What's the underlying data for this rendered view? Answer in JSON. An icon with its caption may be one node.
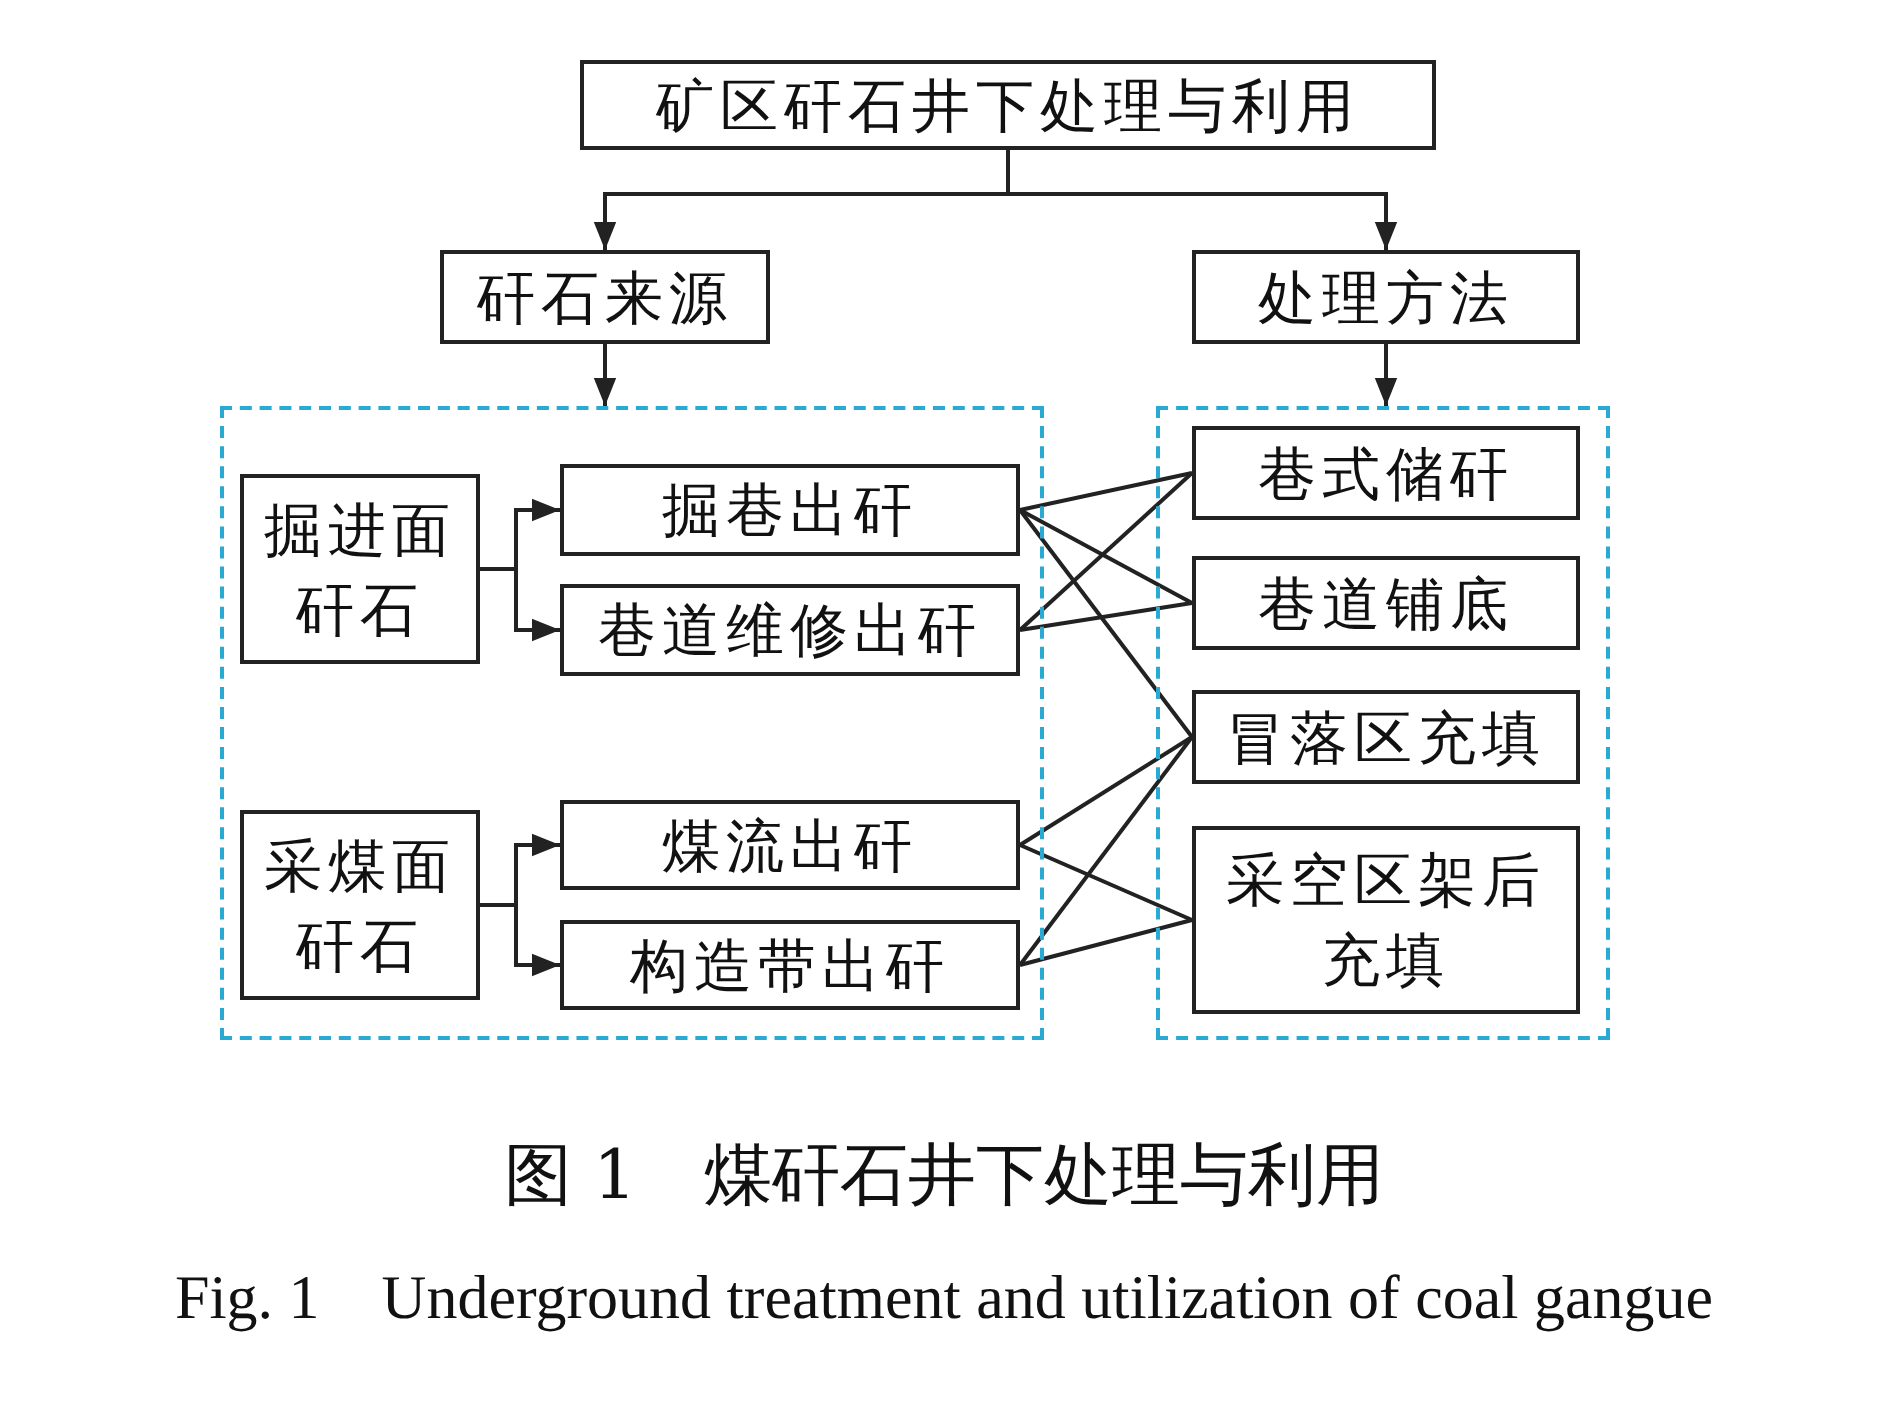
{
  "diagram": {
    "caption": "图 1　煤矸石井下处理与利用",
    "nodes": [
      {
        "text": [
          "矿区矸石井下处理与利用"
        ]
      },
      {
        "text": [
          "矸石来源"
        ]
      },
      {
        "text": [
          "处理方法"
        ]
      },
      {
        "text": [],
        "shape": "box"
      },
      {
        "text": [],
        "shape": "box"
      },
      {
        "text": [
          "掘进面矸石"
        ],
        "in": 3
      },
      {
        "text": [
          "掘巷出矸"
        ],
        "in": 3
      },
      {
        "text": [
          "巷道维修出矸"
        ],
        "in": 3
      },
      {
        "text": [
          "采煤面矸石"
        ],
        "in": 3
      },
      {
        "text": [
          "煤流出矸"
        ],
        "in": 3
      },
      {
        "text": [
          "构造带出矸"
        ],
        "in": 3
      },
      {
        "text": [
          "巷式储矸"
        ],
        "in": 4
      },
      {
        "text": [
          "巷道铺底"
        ],
        "in": 4
      },
      {
        "text": [
          "冒落区充填"
        ],
        "in": 4
      },
      {
        "text": [
          "采空区架后充填"
        ],
        "in": 4
      }
    ],
    "edges": [
      {
        "from": 0,
        "to": 1,
        "arrow": "to"
      },
      {
        "from": 0,
        "to": 2,
        "arrow": "to"
      },
      {
        "from": 1,
        "to": 3,
        "arrow": "to"
      },
      {
        "from": 2,
        "to": 4,
        "arrow": "to"
      },
      {
        "from": 5,
        "to": 6,
        "arrow": "to"
      },
      {
        "from": 5,
        "to": 7,
        "arrow": "to"
      },
      {
        "from": 8,
        "to": 9,
        "arrow": "to"
      },
      {
        "from": 8,
        "to": 10,
        "arrow": "to"
      },
      {
        "from": 6,
        "to": 11,
        "arrow": "none"
      },
      {
        "from": 6,
        "to": 12,
        "arrow": "none"
      },
      {
        "from": 6,
        "to": 13,
        "arrow": "none"
      },
      {
        "from": 7,
        "to": 11,
        "arrow": "none"
      },
      {
        "from": 7,
        "to": 12,
        "arrow": "none"
      },
      {
        "from": 9,
        "to": 13,
        "arrow": "none"
      },
      {
        "from": 9,
        "to": 14,
        "arrow": "none"
      },
      {
        "from": 10,
        "to": 13,
        "arrow": "none"
      },
      {
        "from": 10,
        "to": 14,
        "arrow": "none"
      }
    ],
    "labels": [
      "Fig. 1　Underground treatment and utilization of coal gangue"
    ]
  }
}
